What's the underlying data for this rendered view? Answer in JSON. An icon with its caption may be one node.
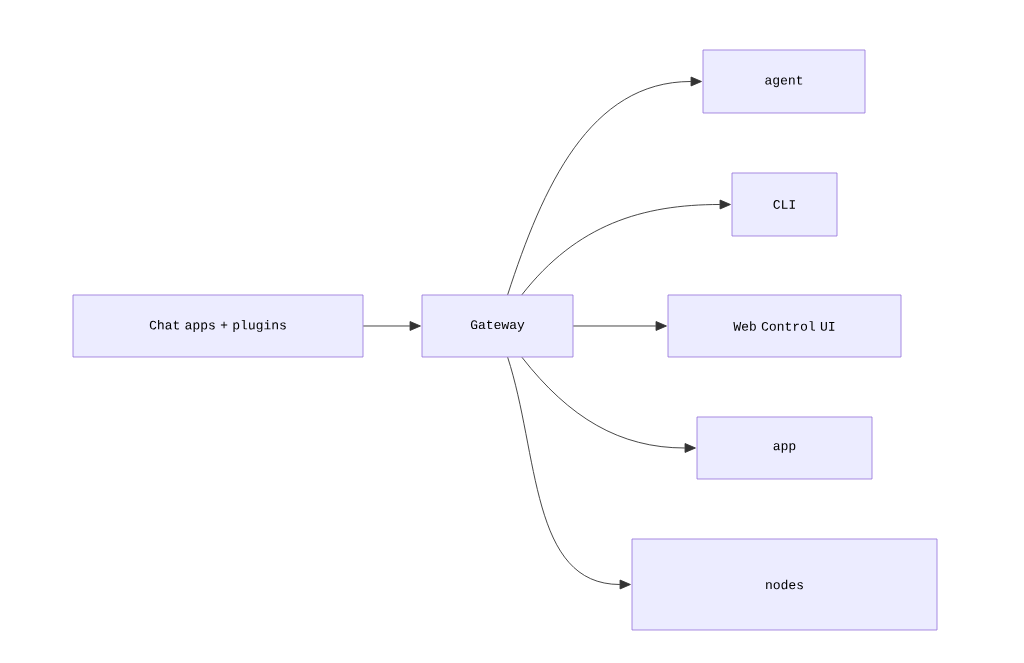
{
  "diagram": {
    "nodes": [
      {
        "text": [
          "Chat apps + plugins"
        ]
      },
      {
        "text": [
          "Gateway"
        ]
      },
      {
        "text": [
          "agent"
        ]
      },
      {
        "text": [
          "CLI"
        ]
      },
      {
        "text": [
          "Web Control UI"
        ]
      },
      {
        "text": [
          "app"
        ]
      },
      {
        "text": [
          "nodes"
        ]
      }
    ],
    "edges": [
      {
        "from": 0,
        "to": 1,
        "arrow": "to"
      },
      {
        "from": 1,
        "to": 2,
        "arrow": "to"
      },
      {
        "from": 1,
        "to": 3,
        "arrow": "to"
      },
      {
        "from": 1,
        "to": 4,
        "arrow": "to"
      },
      {
        "from": 1,
        "to": 5,
        "arrow": "to"
      },
      {
        "from": 1,
        "to": 6,
        "arrow": "to"
      }
    ]
  }
}
